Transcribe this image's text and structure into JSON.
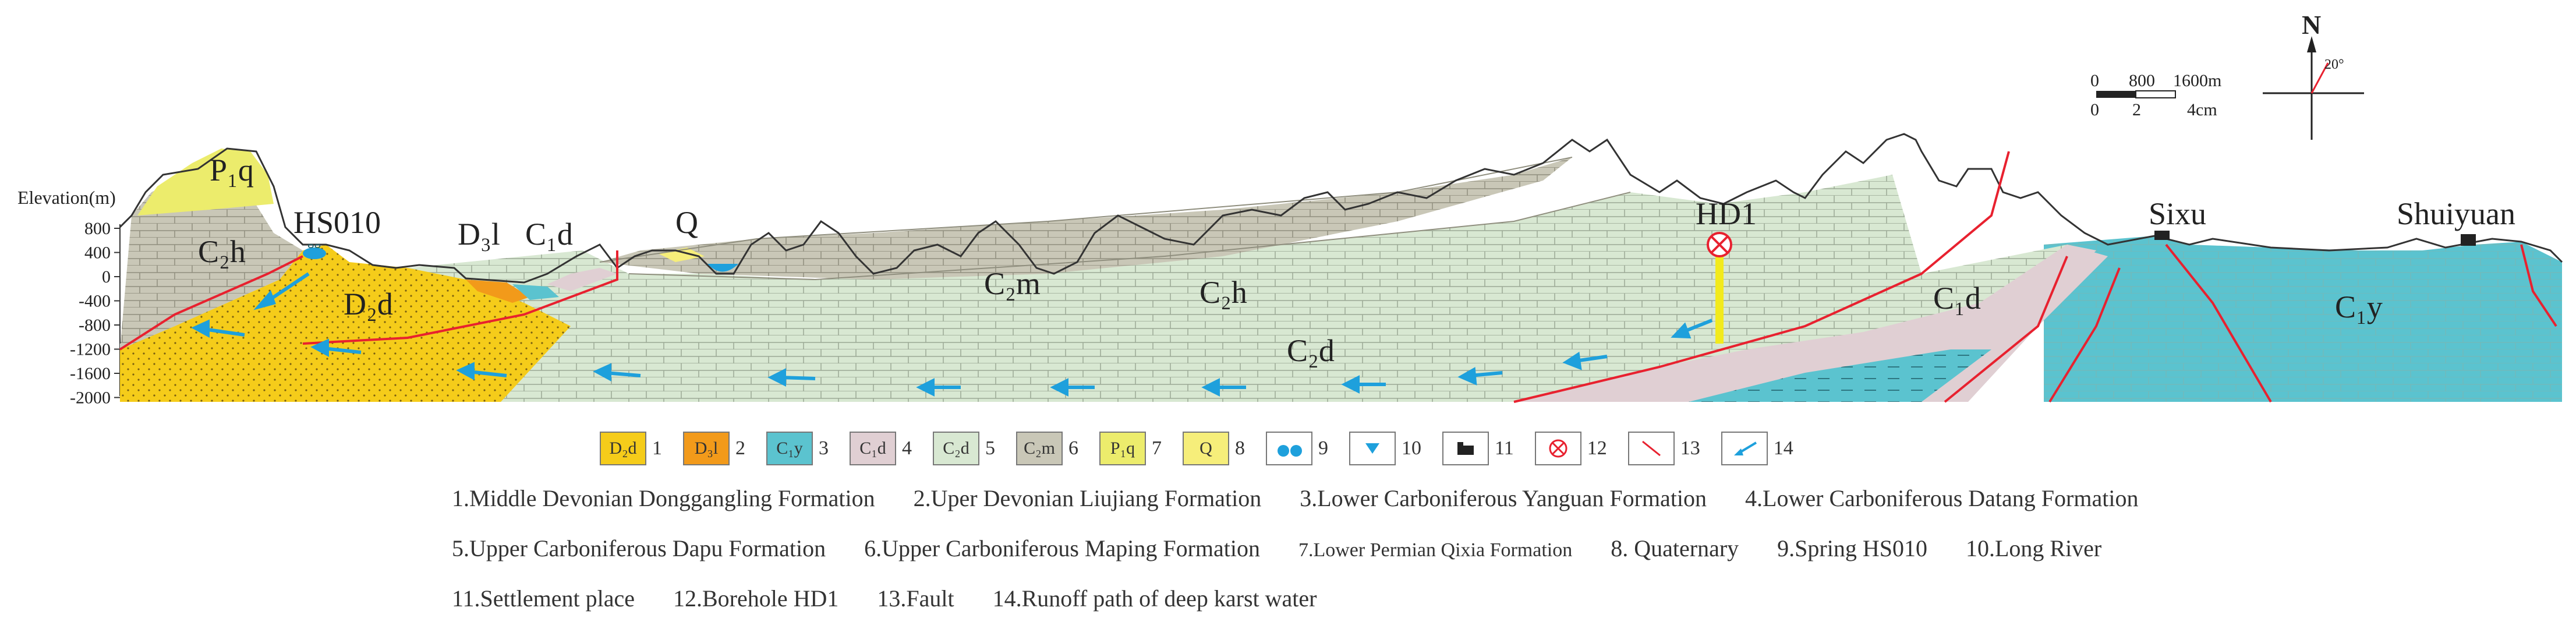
{
  "elevation_axis": {
    "title": "Elevation(m)",
    "ticks": [
      "800",
      "400",
      "0",
      "-400",
      "-800",
      "-1200",
      "-1600",
      "-2000"
    ]
  },
  "scale_bar": {
    "top": [
      "0",
      "800",
      "1600m"
    ],
    "bottom": [
      "0",
      "2",
      "4cm"
    ]
  },
  "north_arrow": {
    "letter": "N",
    "angle": "20°"
  },
  "section_labels": {
    "p1q": "P₁q",
    "c2h_left": "C₂h",
    "d2d": "D₂d",
    "d3l": "D₃l",
    "c1d_left": "C₁d",
    "q": "Q",
    "c2m": "C₂m",
    "c2h_mid": "C₂h",
    "c2d": "C₂d",
    "c1d_right": "C₁d",
    "c1y": "C₁y",
    "hs010": "HS010",
    "hd1": "HD1",
    "sixu": "Sixu",
    "shuiyuan": "Shuiyuan"
  },
  "legend_symbols": [
    {
      "code": "D₂d",
      "num": "1",
      "color": "#f5cc1a"
    },
    {
      "code": "D₃l",
      "num": "2",
      "color": "#f29a1a"
    },
    {
      "code": "C₁y",
      "num": "3",
      "color": "#5bc3cf"
    },
    {
      "code": "C₁d",
      "num": "4",
      "color": "#e0cfd3"
    },
    {
      "code": "C₂d",
      "num": "5",
      "color": "#d8e8d2"
    },
    {
      "code": "C₂m",
      "num": "6",
      "color": "#c9c7b7"
    },
    {
      "code": "P₁q",
      "num": "7",
      "color": "#ecec6c"
    },
    {
      "code": "Q",
      "num": "8",
      "color": "#f6ee7a"
    },
    {
      "code": "",
      "num": "9",
      "icon": "spring-icon"
    },
    {
      "code": "",
      "num": "10",
      "icon": "river-icon"
    },
    {
      "code": "",
      "num": "11",
      "icon": "settlement-icon"
    },
    {
      "code": "",
      "num": "12",
      "icon": "borehole-icon"
    },
    {
      "code": "",
      "num": "13",
      "icon": "fault-icon"
    },
    {
      "code": "",
      "num": "14",
      "icon": "runoff-arrow-icon"
    }
  ],
  "legend_descriptions": [
    "1.Middle Devonian Donggangling Formation",
    "2.Uper Devonian Liujiang Formation",
    "3.Lower Carboniferous Yanguan Formation",
    "4.Lower Carboniferous Datang Formation",
    "5.Upper Carboniferous Dapu Formation",
    "6.Upper Carboniferous  Maping Formation",
    "7.Lower Permian Qixia Formation",
    "8. Quaternary",
    "9.Spring HS010",
    "10.Long River",
    "11.Settlement place",
    "12.Borehole HD1",
    "13.Fault",
    "14.Runoff path of deep karst water"
  ]
}
